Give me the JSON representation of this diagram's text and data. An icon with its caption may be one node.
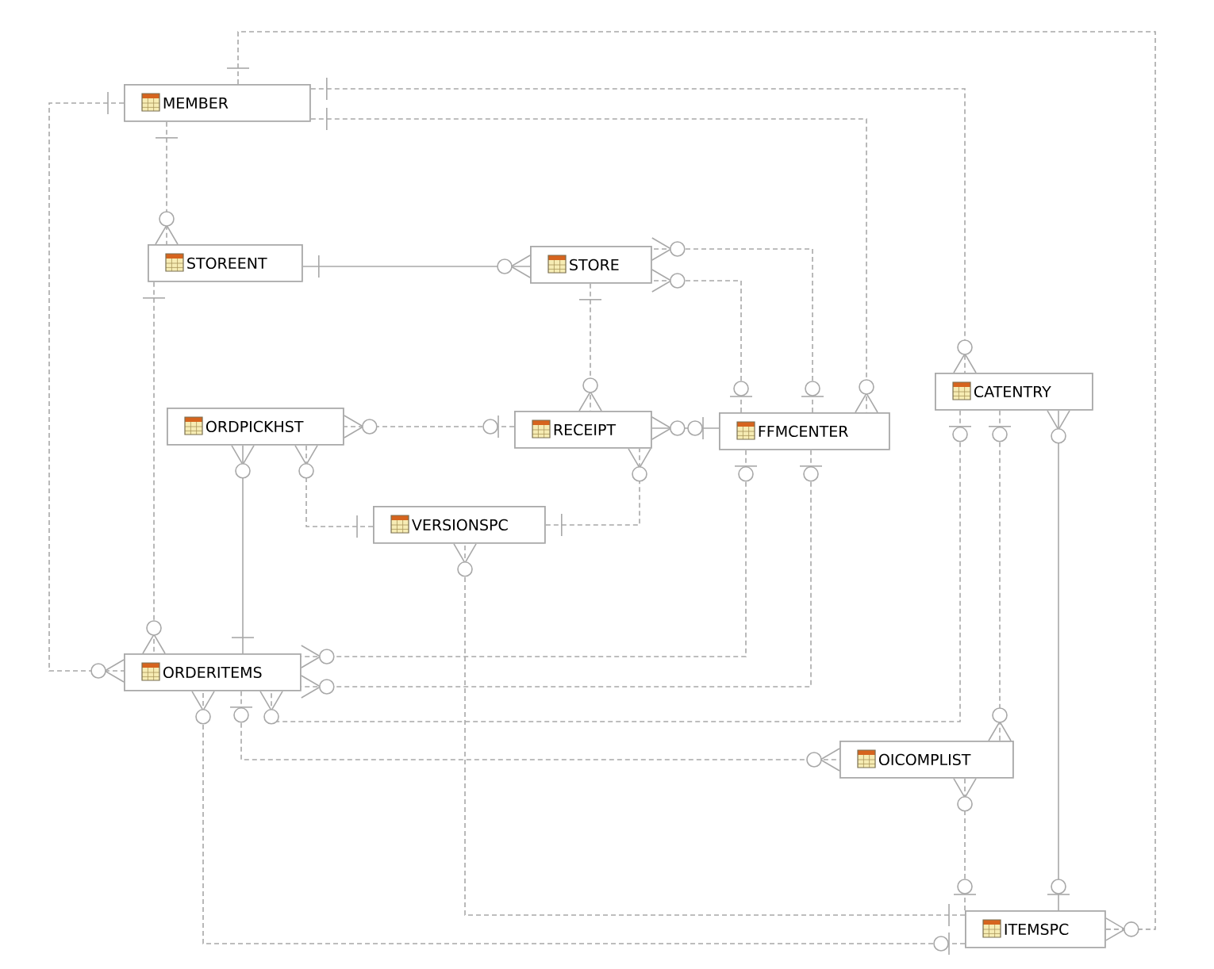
{
  "diagram": {
    "nodes": [
      {
        "text": [
          "MEMBER"
        ]
      },
      {
        "text": [
          "STOREENT"
        ]
      },
      {
        "text": [
          "STORE"
        ]
      },
      {
        "text": [
          "ORDPICKHST"
        ]
      },
      {
        "text": [
          "RECEIPT"
        ]
      },
      {
        "text": [
          "FFMCENTER"
        ]
      },
      {
        "text": [
          "CATENTRY"
        ]
      },
      {
        "text": [
          "VERSIONSPC"
        ]
      },
      {
        "text": [
          "ORDERITEMS"
        ]
      },
      {
        "text": [
          "OICOMPLIST"
        ]
      },
      {
        "text": [
          "ITEMSPC"
        ]
      }
    ],
    "edges": [
      {
        "from": 0,
        "to": 10,
        "arrow": "other",
        "style": "dashed"
      },
      {
        "from": 0,
        "to": 6,
        "arrow": "other",
        "style": "dashed"
      },
      {
        "from": 0,
        "to": 5,
        "arrow": "other",
        "style": "dashed"
      },
      {
        "from": 0,
        "to": 8,
        "arrow": "other",
        "style": "dashed"
      },
      {
        "from": 0,
        "to": 1,
        "arrow": "other",
        "style": "dashed"
      },
      {
        "from": 1,
        "to": 2,
        "arrow": "other"
      },
      {
        "from": 1,
        "to": 8,
        "arrow": "other",
        "style": "dashed"
      },
      {
        "from": 5,
        "to": 2,
        "arrow": "other",
        "style": "dashed"
      },
      {
        "from": 5,
        "to": 2,
        "arrow": "other",
        "style": "dashed"
      },
      {
        "from": 2,
        "to": 4,
        "arrow": "other",
        "style": "dashed"
      },
      {
        "from": 4,
        "to": 3,
        "arrow": "other",
        "style": "dashed"
      },
      {
        "from": 8,
        "to": 3,
        "arrow": "other"
      },
      {
        "from": 7,
        "to": 3,
        "arrow": "other",
        "style": "dashed"
      },
      {
        "from": 5,
        "to": 4,
        "arrow": "other"
      },
      {
        "from": 7,
        "to": 4,
        "arrow": "other",
        "style": "dashed"
      },
      {
        "from": 10,
        "to": 7,
        "arrow": "other",
        "style": "dashed"
      },
      {
        "from": 5,
        "to": 8,
        "arrow": "other",
        "style": "dashed"
      },
      {
        "from": 5,
        "to": 8,
        "arrow": "other",
        "style": "dashed"
      },
      {
        "from": 6,
        "to": 8,
        "arrow": "other",
        "style": "dashed"
      },
      {
        "from": 6,
        "to": 9,
        "arrow": "other",
        "style": "dashed"
      },
      {
        "from": 10,
        "to": 6,
        "arrow": "other"
      },
      {
        "from": 8,
        "to": 9,
        "arrow": "other",
        "style": "dashed"
      },
      {
        "from": 10,
        "to": 8,
        "arrow": "other",
        "style": "dashed"
      },
      {
        "from": 10,
        "to": 9,
        "arrow": "other",
        "style": "dashed"
      }
    ]
  }
}
